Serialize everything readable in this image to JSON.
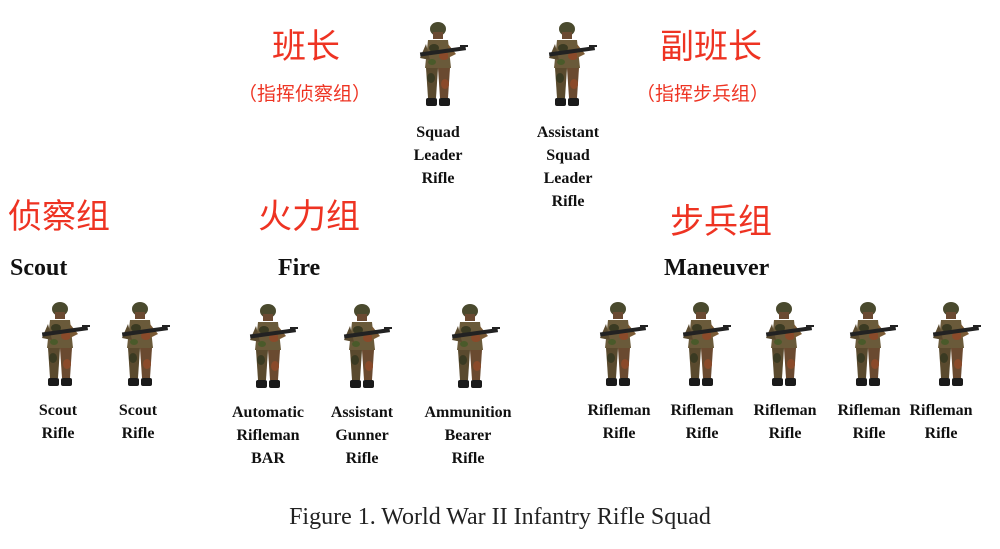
{
  "figure": {
    "caption": "Figure 1. World War II Infantry Rifle Squad"
  },
  "annotations": {
    "squad_leader_cn": "班长",
    "squad_leader_cn_sub": "（指挥侦察组）",
    "assistant_leader_cn": "副班长",
    "assistant_leader_cn_sub": "（指挥步兵组）",
    "scout_cn": "侦察组",
    "fire_cn": "火力组",
    "maneuver_cn": "步兵组"
  },
  "teams": {
    "scout": "Scout",
    "fire": "Fire",
    "maneuver": "Maneuver"
  },
  "soldiers": {
    "squad_leader": [
      "Squad",
      "Leader",
      "Rifle"
    ],
    "assistant_squad_leader": [
      "Assistant",
      "Squad",
      "Leader",
      "Rifle"
    ],
    "scout_1": [
      "Scout",
      "Rifle"
    ],
    "scout_2": [
      "Scout",
      "Rifle"
    ],
    "automatic_rifleman": [
      "Automatic",
      "Rifleman",
      "BAR"
    ],
    "assistant_gunner": [
      "Assistant",
      "Gunner",
      "Rifle"
    ],
    "ammunition_bearer": [
      "Ammunition",
      "Bearer",
      "Rifle"
    ],
    "rifleman_1": [
      "Rifleman",
      "Rifle"
    ],
    "rifleman_2": [
      "Rifleman",
      "Rifle"
    ],
    "rifleman_3": [
      "Rifleman",
      "Rifle"
    ],
    "rifleman_4": [
      "Rifleman",
      "Rifle"
    ],
    "rifleman_5": [
      "Rifleman",
      "Rifle"
    ]
  },
  "colors": {
    "annotation_red": "#ee3322",
    "text": "#111111"
  }
}
